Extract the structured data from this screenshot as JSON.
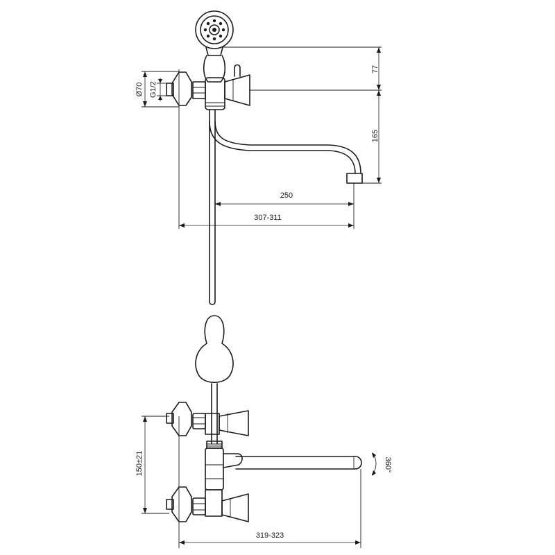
{
  "dimensions": {
    "height_upper": "77",
    "height_spout": "165",
    "diameter": "Ø70",
    "thread": "G1/2",
    "spout_reach": "250",
    "total_reach": "307-311",
    "center_distance": "150±21",
    "rotation": "360°",
    "total_width_bottom": "319-323"
  }
}
